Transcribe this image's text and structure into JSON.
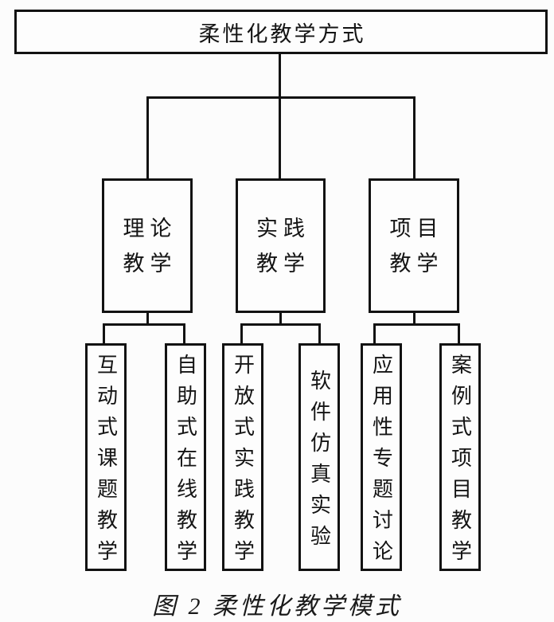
{
  "figure": {
    "root": {
      "label": "柔性化教学方式"
    },
    "branches": [
      {
        "label": "理论\n教学",
        "children": [
          "互动式课题教学",
          "自助式在线教学"
        ]
      },
      {
        "label": "实践\n教学",
        "children": [
          "开放式实践教学",
          "软件仿真实验"
        ]
      },
      {
        "label": "项目\n教学",
        "children": [
          "应用性专题讨论",
          "案例式项目教学"
        ]
      }
    ],
    "caption": "图 2  柔性化教学模式",
    "colors": {
      "line": "#121212",
      "background": "#fcfcfc",
      "text": "#141414"
    }
  }
}
